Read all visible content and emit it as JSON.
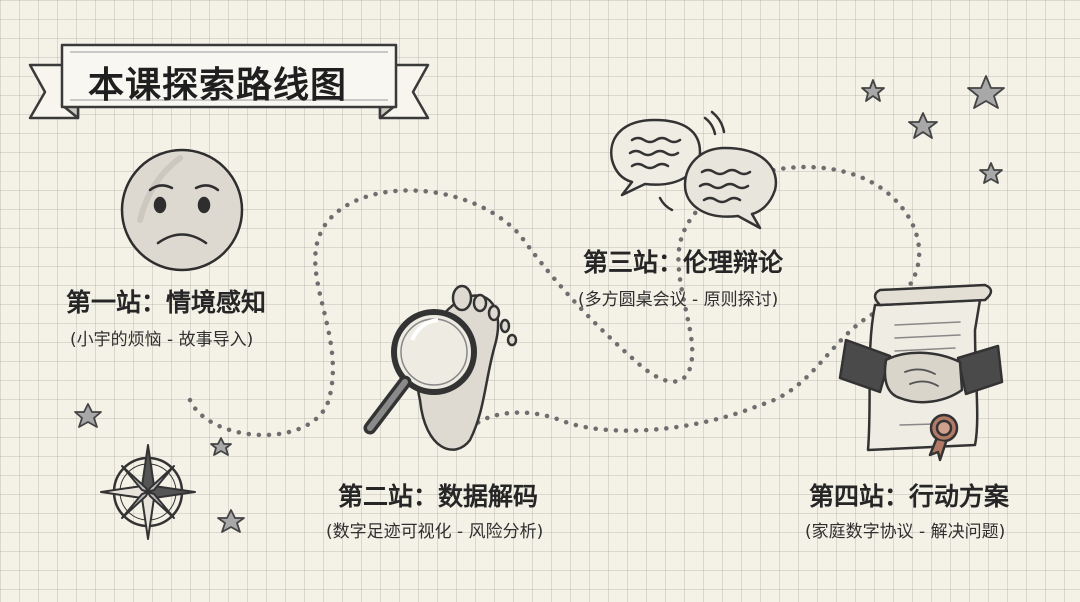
{
  "title": "本课探索路线图",
  "stations": [
    {
      "title": "第一站：情境感知",
      "subtitle": "(小宇的烦恼 - 故事导入)",
      "icon": "worried-face-icon"
    },
    {
      "title": "第二站：数据解码",
      "subtitle": "(数字足迹可视化 - 风险分析)",
      "icon": "magnifier-footprint-icon"
    },
    {
      "title": "第三站：伦理辩论",
      "subtitle": "(多方圆桌会议 - 原则探讨)",
      "icon": "speech-bubbles-icon"
    },
    {
      "title": "第四站：行动方案",
      "subtitle": "(家庭数字协议 - 解决问题)",
      "icon": "handshake-contract-icon"
    }
  ],
  "decorations": [
    "star-icon",
    "compass-rose-icon"
  ]
}
